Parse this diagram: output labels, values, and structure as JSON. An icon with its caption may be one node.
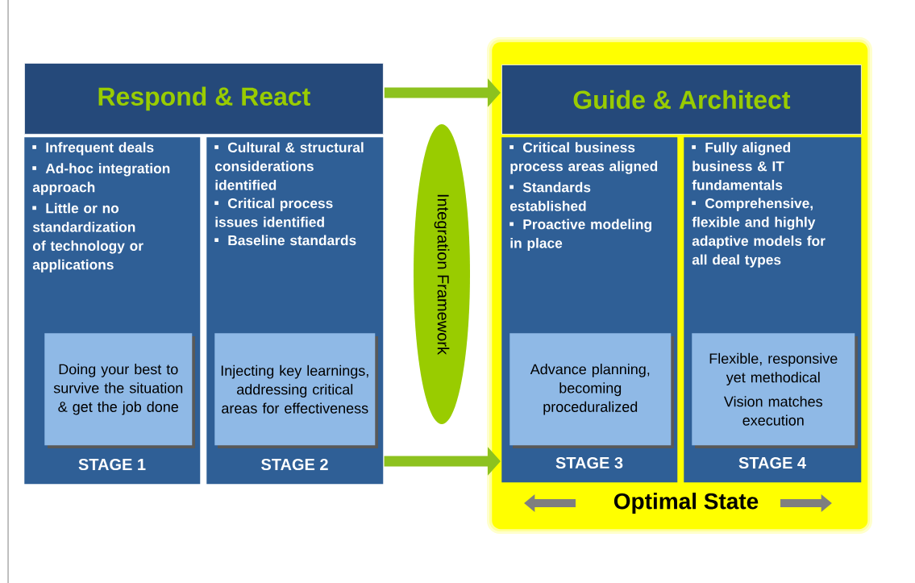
{
  "diagram": {
    "nodes": [
      {
        "text": [
          "Respond & React"
        ]
      },
      {
        "text": [
          "Infrequent deals",
          "Ad-hoc integration approach",
          "Little or no standardization of technology or applications",
          "STAGE 1"
        ]
      },
      {
        "text": [
          "Doing your best to survive the situation & get the job done"
        ],
        "in": 1
      },
      {
        "text": [
          "Cultural & structural considerations identified",
          "Critical process issues identified",
          "Baseline standards",
          "STAGE 2"
        ]
      },
      {
        "text": [
          "Injecting key learnings, addressing critical areas for effectiveness"
        ],
        "in": 3
      },
      {
        "text": [
          "Integration Framework"
        ]
      },
      {
        "text": [
          "Optimal State"
        ]
      },
      {
        "text": [
          "Guide & Architect"
        ],
        "in": 6
      },
      {
        "text": [
          "Critical business process areas aligned",
          "Standards established",
          "Proactive modeling in place",
          "STAGE 3"
        ],
        "in": 6
      },
      {
        "text": [
          "Advance planning, becoming proceduralized"
        ],
        "in": 8
      },
      {
        "text": [
          "Fully aligned business & IT fundamentals",
          "Comprehensive, flexible and highly adaptive models for all deal types",
          "STAGE 4"
        ],
        "in": 6
      },
      {
        "text": [
          "Flexible, responsive yet methodical",
          "Vision matches execution"
        ],
        "in": 10
      }
    ],
    "edges": [
      {
        "from": 0,
        "to": 7,
        "arrow": "to"
      },
      {
        "from": 3,
        "to": 8,
        "arrow": "to"
      }
    ]
  }
}
